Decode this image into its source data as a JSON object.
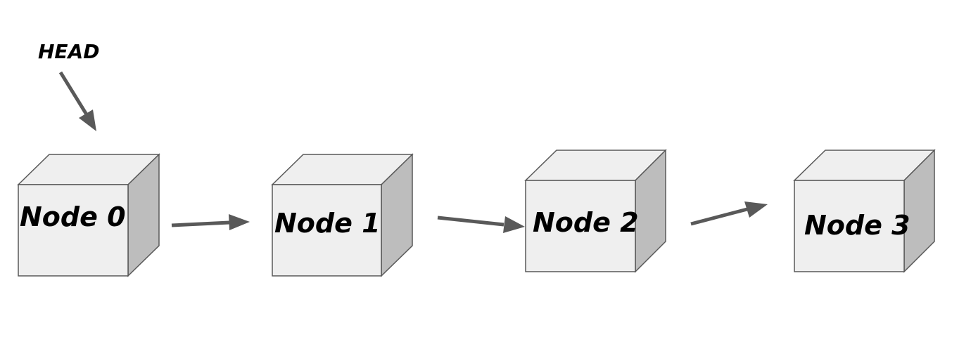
{
  "diagram": {
    "head_label": "HEAD",
    "nodes": [
      {
        "label": "Node 0"
      },
      {
        "label": "Node 1"
      },
      {
        "label": "Node 2"
      },
      {
        "label": "Node 3"
      }
    ]
  },
  "colors": {
    "background": "#ffffff",
    "cube_front": "#efefef",
    "cube_top": "#efefef",
    "cube_side": "#bdbdbd",
    "cube_stroke": "#595959",
    "arrow": "#595959",
    "text": "#000000"
  }
}
